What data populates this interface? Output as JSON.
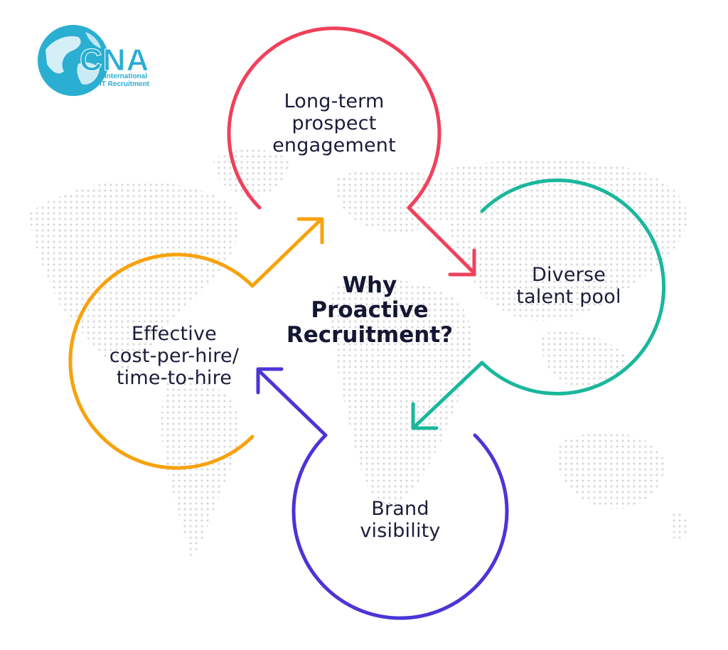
{
  "logo": {
    "mark": "CNA",
    "line1": "International",
    "line2": "IT Recruitment",
    "icon": "globe-icon",
    "color": "#2aaed1"
  },
  "center_title": {
    "line1": "Why",
    "line2": "Proactive",
    "line3": "Recruitment?"
  },
  "nodes": {
    "long_term": {
      "line1": "Long-term",
      "line2": "prospect",
      "line3": "engagement",
      "color": "#f0405b"
    },
    "diverse": {
      "line1": "Diverse",
      "line2": "talent pool",
      "color": "#1ab79c"
    },
    "brand": {
      "line1": "Brand",
      "line2": "visibility",
      "color": "#4b35d6"
    },
    "cost": {
      "line1": "Effective",
      "line2": "cost-per-hire/",
      "line3": "time-to-hire",
      "color": "#f7a20d"
    }
  },
  "background": {
    "icon": "dotted-world-map",
    "dot_color": "#d9d9d9"
  }
}
